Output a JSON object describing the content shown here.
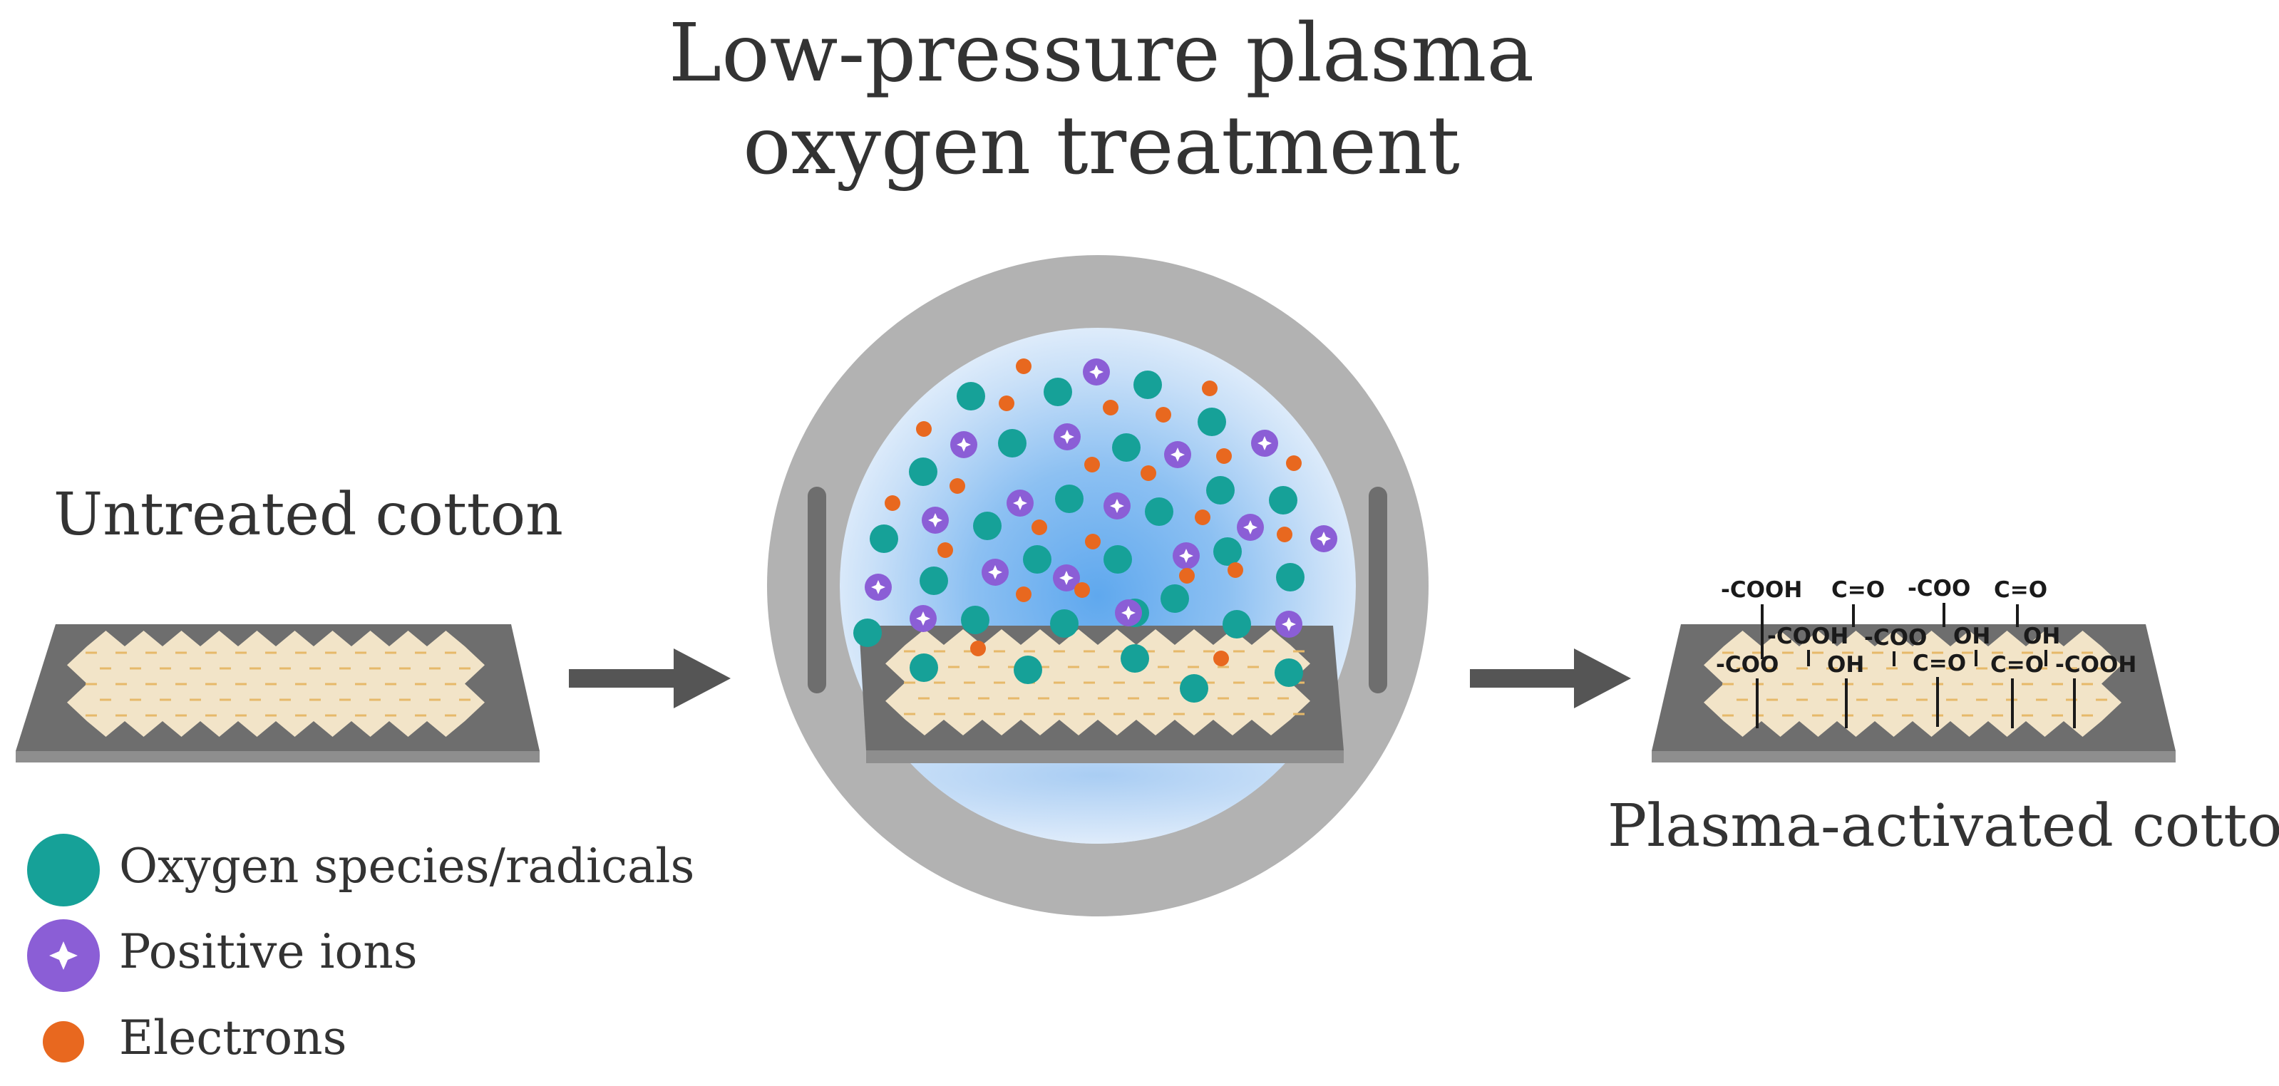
{
  "title": {
    "line1": "Low-pressure plasma",
    "line2": "oxygen treatment"
  },
  "labels": {
    "untreated": "Untreated cotton",
    "activated": "Plasma-activated cotton"
  },
  "legend": {
    "oxygen": "Oxygen species/radicals",
    "ions": "Positive ions",
    "electrons": "Electrons"
  },
  "chemical_groups": {
    "row1": [
      "-COOH",
      "C=O",
      "-COO",
      "C=O"
    ],
    "row2": [
      "-COOH",
      "-COO",
      "OH",
      "OH"
    ],
    "row3": [
      "-COO",
      "OH",
      "C=O",
      "C=O",
      "-COOH"
    ]
  },
  "colors": {
    "oxygen": "#16a198",
    "ion": "#8b5ed6",
    "electron": "#e8681f",
    "tray": "#6e6e6e",
    "cotton": "#f2e4c8",
    "chamber_ring": "#b2b2b2",
    "arrow": "#555555"
  }
}
